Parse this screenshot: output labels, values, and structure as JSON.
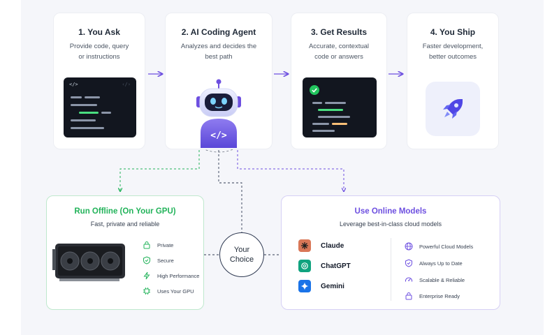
{
  "steps": [
    {
      "title": "1. You Ask",
      "desc_line1": "Provide code, query",
      "desc_line2": "or instructions"
    },
    {
      "title": "2. AI Coding Agent",
      "desc_line1": "Analyzes and decides the",
      "desc_line2": "best path"
    },
    {
      "title": "3. Get Results",
      "desc_line1": "Accurate, contextual",
      "desc_line2": "code or answers"
    },
    {
      "title": "4. You Ship",
      "desc_line1": "Faster development,",
      "desc_line2": "better outcomes"
    }
  ],
  "code_tags": {
    "open": "</>",
    "faded": "‹/›",
    "robot": "</>"
  },
  "offline": {
    "title": "Run Offline (On Your GPU)",
    "subtitle": "Fast, private and reliable",
    "features": [
      "Private",
      "Secure",
      "High Performance",
      "Uses Your GPU"
    ]
  },
  "choice": {
    "line1": "Your",
    "line2": "Choice"
  },
  "online": {
    "title": "Use Online Models",
    "subtitle": "Leverage best-in-class cloud models",
    "models": [
      "Claude",
      "ChatGPT",
      "Gemini"
    ],
    "features": [
      "Powerful Cloud Models",
      "Always Up to Date",
      "Scalable & Reliable",
      "Enterprise Ready"
    ]
  },
  "colors": {
    "accent_purple": "#6d4fe0",
    "offline_green": "#22b35a",
    "online_purple": "#6d4fe0",
    "claude": "#d97757",
    "chatgpt": "#10a37f",
    "gemini": "#1a73e8"
  }
}
